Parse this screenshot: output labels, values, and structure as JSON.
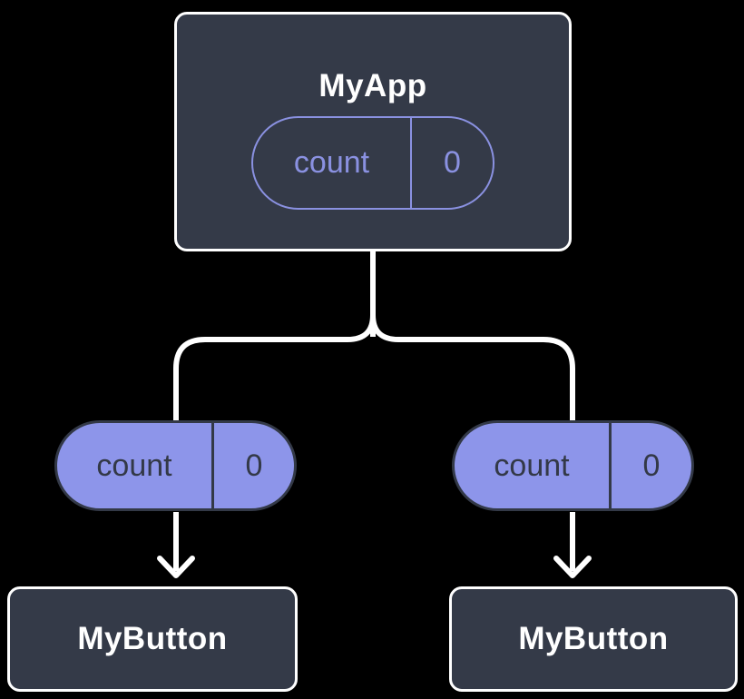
{
  "colors": {
    "background": "#000000",
    "node-fill": "#343A48",
    "node-border": "#FFFFFF",
    "accent": "#8A91E1",
    "pill-fill": "#8D95EA",
    "pill-dark": "#333947",
    "connector": "#FFFFFF"
  },
  "parent_node": {
    "title": "MyApp",
    "state_pill": {
      "name": "count",
      "value": "0"
    }
  },
  "child_nodes": [
    {
      "title": "MyButton",
      "prop_pill": {
        "name": "count",
        "value": "0"
      }
    },
    {
      "title": "MyButton",
      "prop_pill": {
        "name": "count",
        "value": "0"
      }
    }
  ]
}
